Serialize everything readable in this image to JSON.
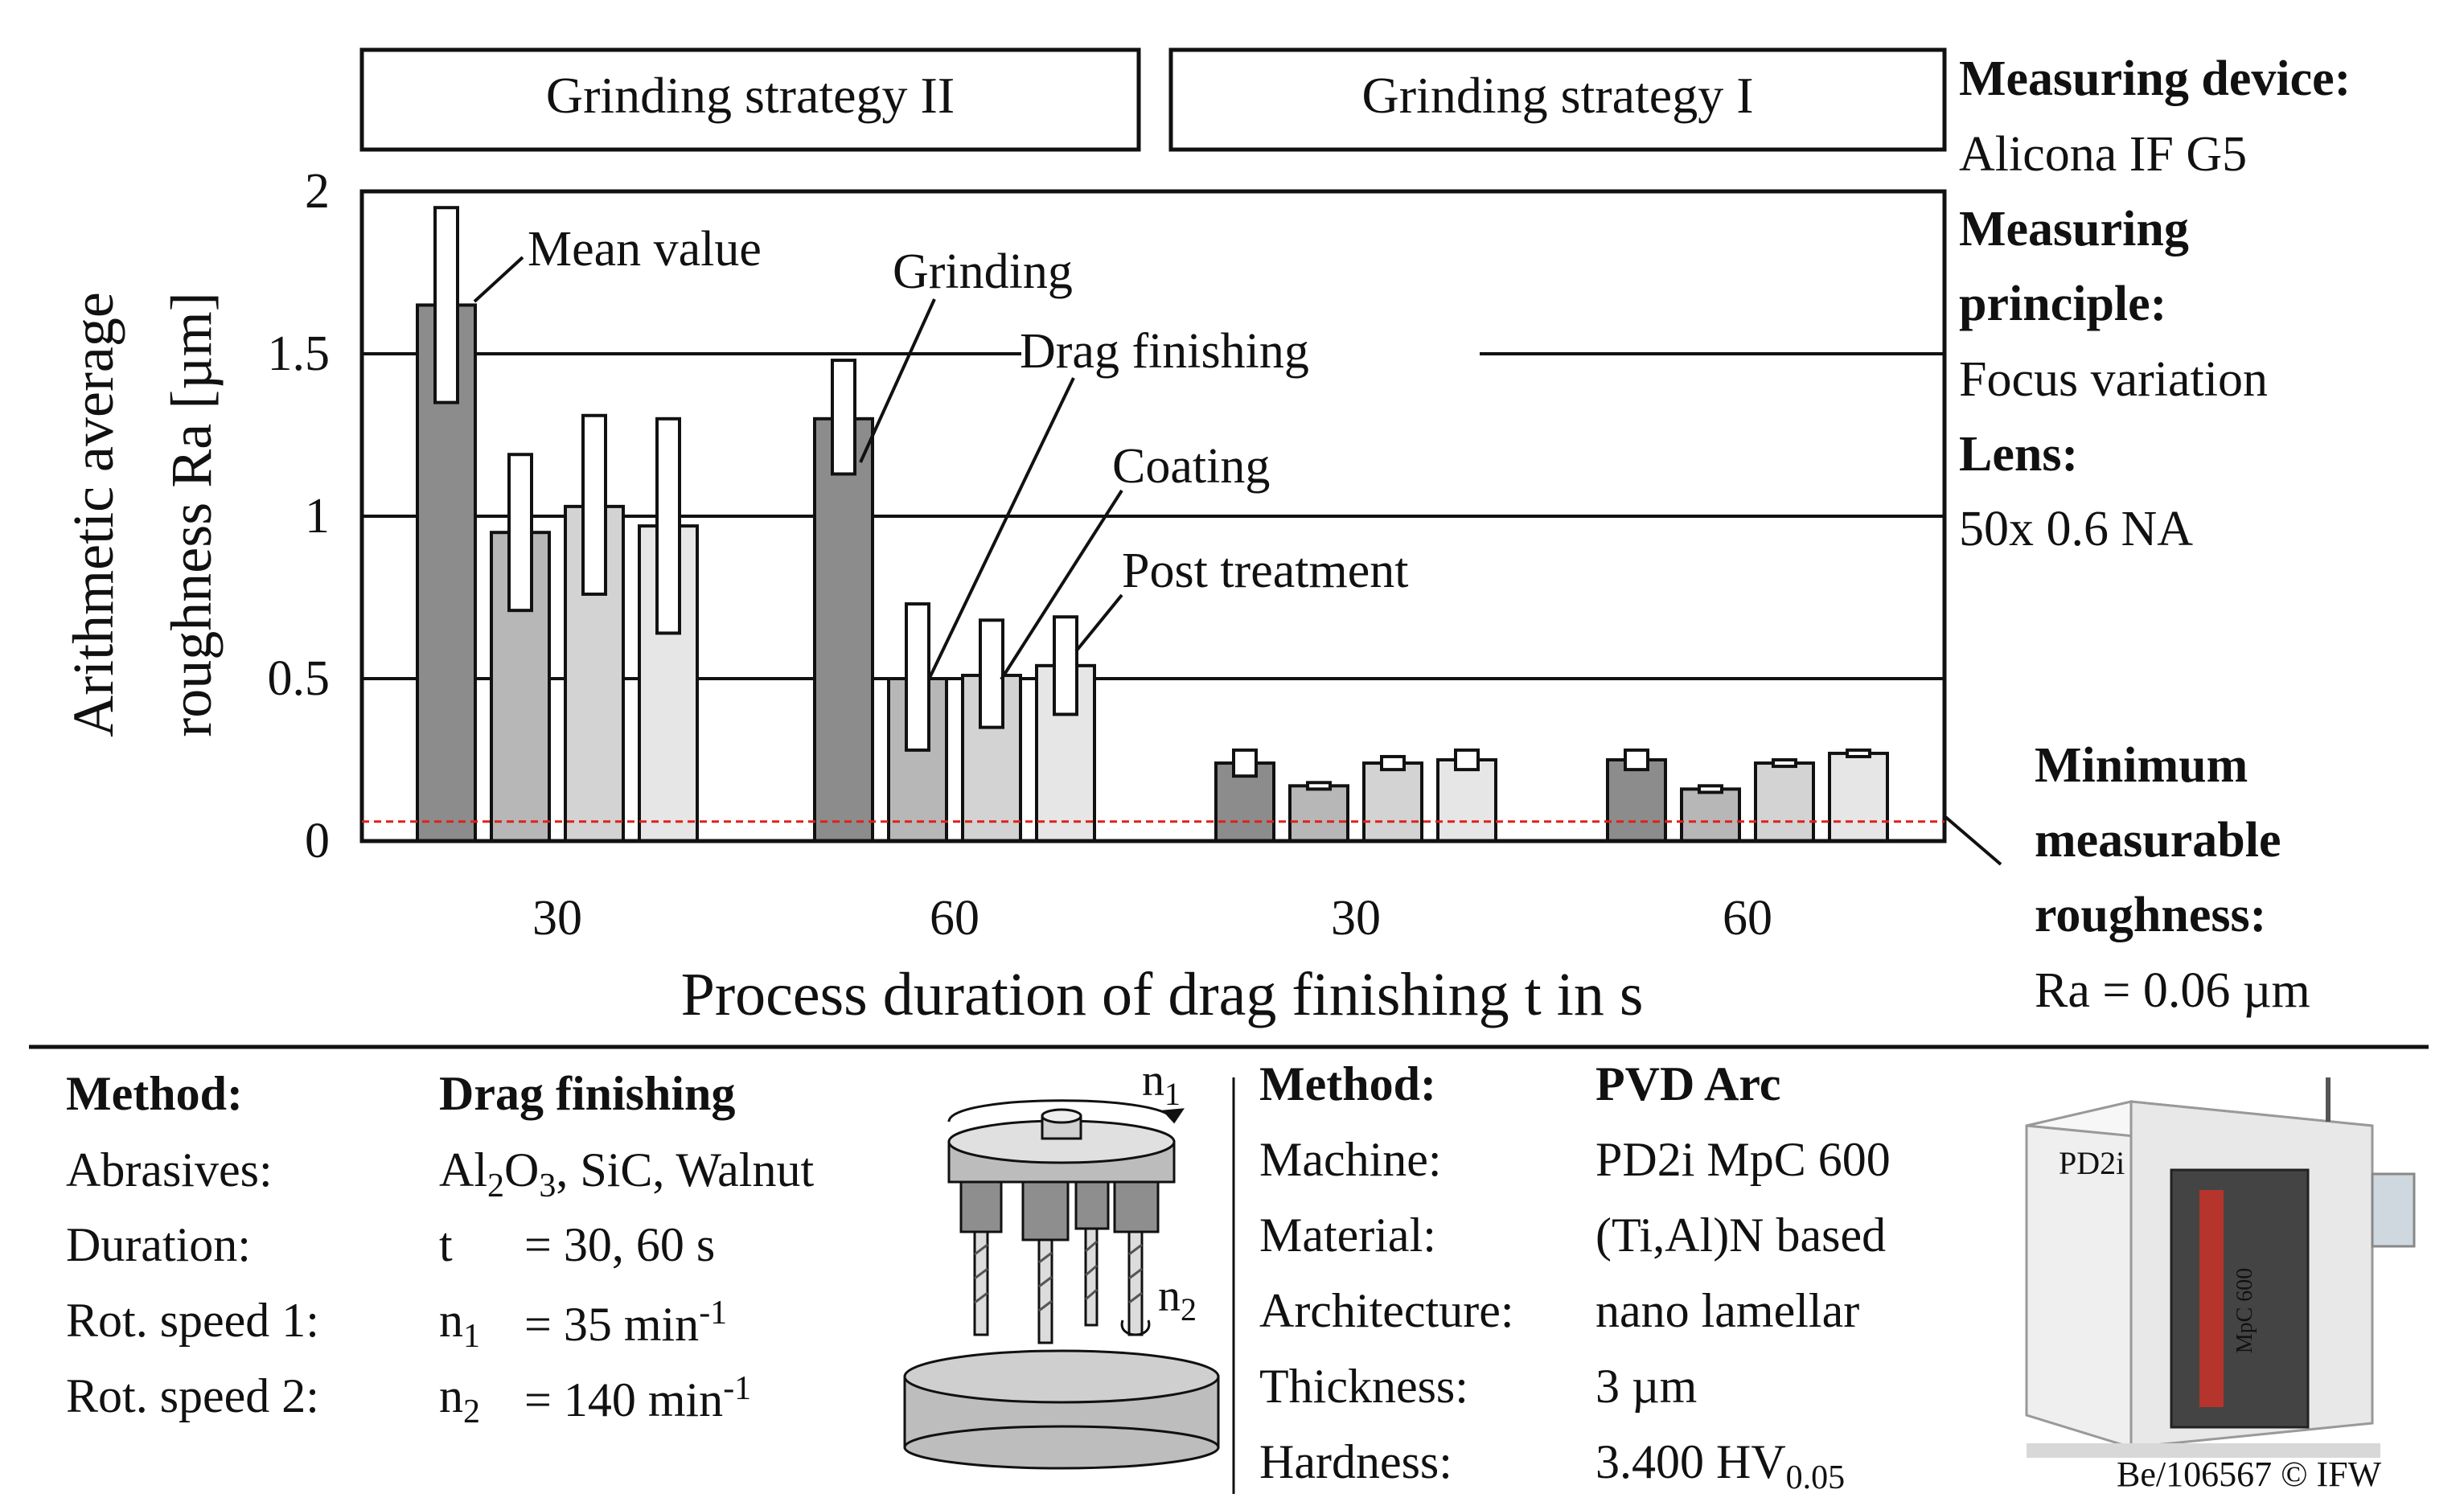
{
  "chart_data": {
    "type": "bar",
    "ylabel_line1": "Arithmetic average",
    "ylabel_line2": "roughness Ra [µm]",
    "xlabel": "Process duration of drag finishing t in s",
    "ylim": [
      0,
      2
    ],
    "yticks": [
      "0",
      "0.5",
      "1",
      "1.5",
      "2"
    ],
    "ytick_values": [
      0,
      0.5,
      1,
      1.5,
      2
    ],
    "grid": "horizontal",
    "strategy_labels": [
      "Grinding strategy II",
      "Grinding strategy I"
    ],
    "groups": [
      {
        "strategy": "Grinding strategy II",
        "tick": "30",
        "bars": [
          {
            "series": "Grinding",
            "value": 1.65,
            "low": 1.35,
            "high": 1.95
          },
          {
            "series": "Drag finishing",
            "value": 0.95,
            "low": 0.71,
            "high": 1.19
          },
          {
            "series": "Coating",
            "value": 1.03,
            "low": 0.76,
            "high": 1.31
          },
          {
            "series": "Post treatment",
            "value": 0.97,
            "low": 0.64,
            "high": 1.3
          }
        ]
      },
      {
        "strategy": "Grinding strategy II",
        "tick": "60",
        "bars": [
          {
            "series": "Grinding",
            "value": 1.3,
            "low": 1.13,
            "high": 1.48
          },
          {
            "series": "Drag finishing",
            "value": 0.5,
            "low": 0.28,
            "high": 0.73
          },
          {
            "series": "Coating",
            "value": 0.51,
            "low": 0.35,
            "high": 0.68
          },
          {
            "series": "Post treatment",
            "value": 0.54,
            "low": 0.39,
            "high": 0.69
          }
        ]
      },
      {
        "strategy": "Grinding strategy I",
        "tick": "30",
        "bars": [
          {
            "series": "Grinding",
            "value": 0.24,
            "low": 0.2,
            "high": 0.28
          },
          {
            "series": "Drag finishing",
            "value": 0.17,
            "low": 0.16,
            "high": 0.18
          },
          {
            "series": "Coating",
            "value": 0.24,
            "low": 0.22,
            "high": 0.26
          },
          {
            "series": "Post treatment",
            "value": 0.25,
            "low": 0.22,
            "high": 0.28
          }
        ]
      },
      {
        "strategy": "Grinding strategy I",
        "tick": "60",
        "bars": [
          {
            "series": "Grinding",
            "value": 0.25,
            "low": 0.22,
            "high": 0.28
          },
          {
            "series": "Drag finishing",
            "value": 0.16,
            "low": 0.15,
            "high": 0.17
          },
          {
            "series": "Coating",
            "value": 0.24,
            "low": 0.23,
            "high": 0.25
          },
          {
            "series": "Post treatment",
            "value": 0.27,
            "low": 0.26,
            "high": 0.28
          }
        ]
      }
    ],
    "series_colors": {
      "Grinding": "#8c8c8c",
      "Drag finishing": "#b7b7b7",
      "Coating": "#d3d3d3",
      "Post treatment": "#e6e6e6"
    },
    "annotations": [
      "Mean value",
      "Grinding",
      "Drag finishing",
      "Coating",
      "Post treatment"
    ],
    "min_line": {
      "value": 0.06,
      "color": "#e0201b"
    }
  },
  "side": {
    "device_label": "Measuring device:",
    "device_value": "Alicona IF G5",
    "principle_label_1": "Measuring",
    "principle_label_2": "principle:",
    "principle_value": "Focus variation",
    "lens_label": "Lens:",
    "lens_value": "50x 0.6 NA",
    "min_label_1": "Minimum",
    "min_label_2": "measurable",
    "min_label_3": "roughness:",
    "min_value": "Ra = 0.06 µm"
  },
  "left_panel": {
    "method_label": "Method:",
    "method_value": "Drag finishing",
    "abrasives_label": "Abrasives:",
    "abrasives_value_pre": "Al",
    "abrasives_sub1": "2",
    "abrasives_mid": "O",
    "abrasives_sub2": "3",
    "abrasives_value_post": ", SiC, Walnut",
    "duration_label": "Duration:",
    "duration_var": "t",
    "duration_value": "= 30, 60 s",
    "rot1_label": "Rot. speed 1:",
    "rot1_var": "n",
    "rot1_sub": "1",
    "rot1_value": "= 35 min",
    "rot1_sup": "-1",
    "rot2_label": "Rot. speed 2:",
    "rot2_var": "n",
    "rot2_sub": "2",
    "rot2_value": "= 140 min",
    "rot2_sup": "-1",
    "n1_var": "n",
    "n1_sub": "1",
    "n2_var": "n",
    "n2_sub": "2"
  },
  "right_panel": {
    "method_label": "Method:",
    "method_value": "PVD Arc",
    "machine_label": "Machine:",
    "machine_value": "PD2i MpC 600",
    "material_label": "Material:",
    "material_value": "(Ti,Al)N based",
    "architecture_label": "Architecture:",
    "architecture_value": "nano lamellar",
    "thickness_label": "Thickness:",
    "thickness_value": "3 µm",
    "hardness_label": "Hardness:",
    "hardness_value": "3.400 HV",
    "hardness_sub": "0.05",
    "machine_brand": "PD2i",
    "machine_model": "MpC 600",
    "copyright": "Be/106567 © IFW"
  }
}
